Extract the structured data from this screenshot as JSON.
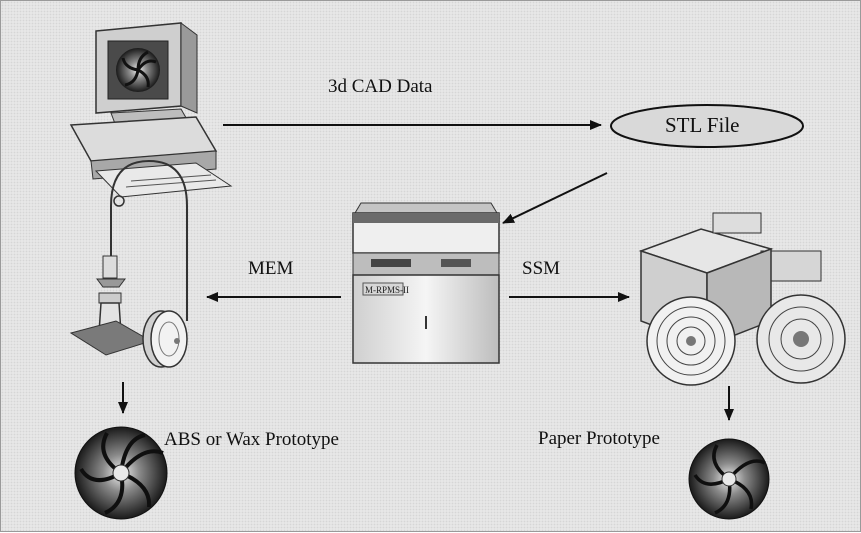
{
  "labels": {
    "cad_data": "3d CAD Data",
    "stl_file": "STL File",
    "mem": "MEM",
    "ssm": "SSM",
    "abs_wax": "ABS or Wax Prototype",
    "paper": "Paper Prototype"
  },
  "machine_plate": "M-RPMS-II",
  "colors": {
    "background": "#e7e7e7",
    "line": "#111111",
    "stl_fill": "#d9d9d9"
  }
}
